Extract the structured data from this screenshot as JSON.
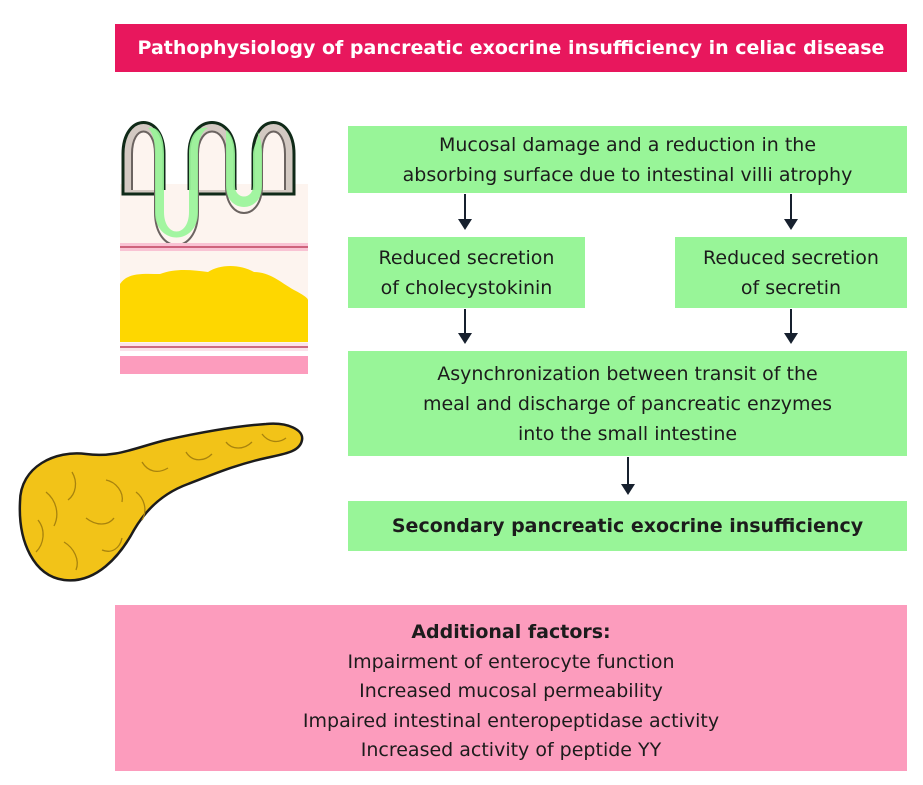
{
  "title": "Pathophysiology of pancreatic exocrine insufficiency in celiac disease",
  "flow": {
    "mucosal_damage": "Mucosal damage and a reduction in the\nabsorbing surface due to intestinal villi atrophy",
    "cholecystokinin": "Reduced secretion\nof cholecystokinin",
    "secretin": "Reduced secretion\nof secretin",
    "asynchronization": "Asynchronization between transit of the\nmeal and discharge of pancreatic enzymes\ninto the small intestine",
    "secondary_pei": "Secondary pancreatic exocrine insufficiency"
  },
  "additional": {
    "heading": "Additional factors:",
    "items": [
      "Impairment of enterocyte function",
      "Increased mucosal permeability",
      "Impaired intestinal enteropeptidase activity",
      "Increased activity of peptide YY"
    ]
  },
  "colors": {
    "title_bg": "#e8175d",
    "box_bg": "#98f598",
    "factors_bg": "#fc9cbd",
    "arrow": "#17202e",
    "pancreas": "#f2c318",
    "fat_layer": "#fed700"
  },
  "icons": [
    "intestinal-villi-illustration",
    "pancreas-illustration"
  ]
}
